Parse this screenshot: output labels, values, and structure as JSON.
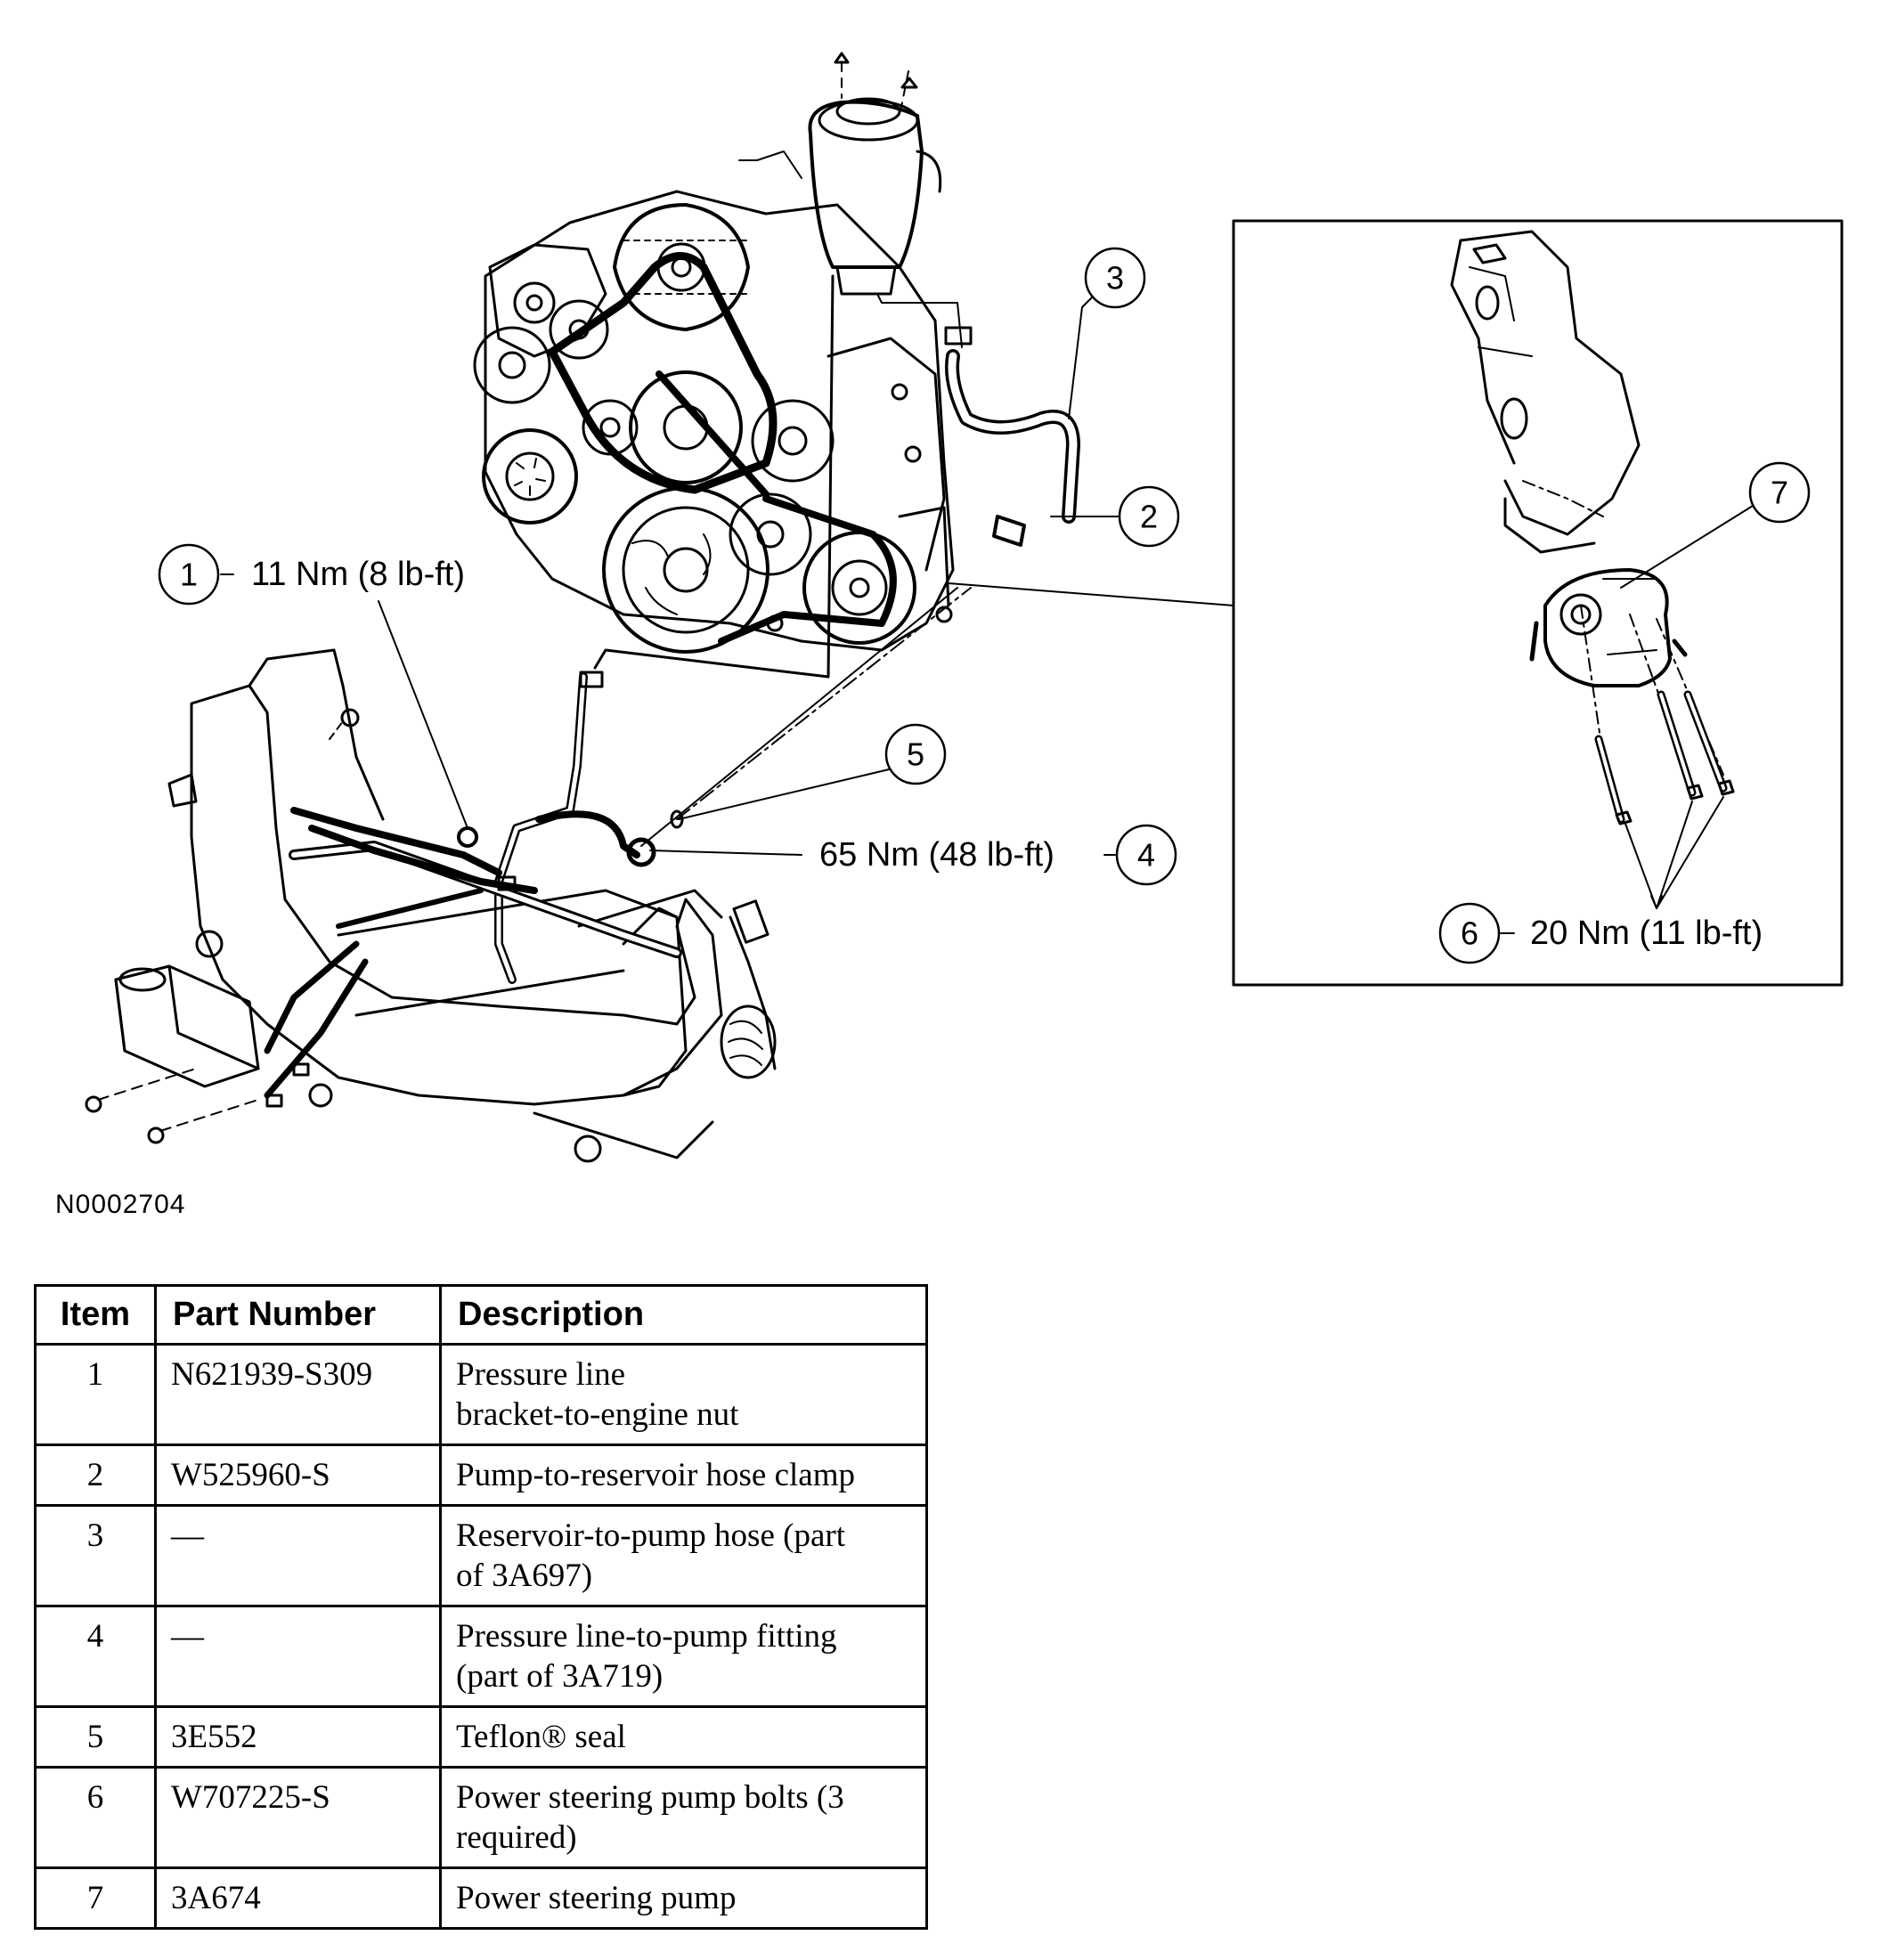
{
  "figure_id": "N0002704",
  "callouts": [
    {
      "num": "1",
      "torque": "11 Nm (8 lb-ft)"
    },
    {
      "num": "2",
      "torque": ""
    },
    {
      "num": "3",
      "torque": ""
    },
    {
      "num": "4",
      "torque": "65 Nm (48 lb-ft)"
    },
    {
      "num": "5",
      "torque": ""
    },
    {
      "num": "6",
      "torque": "20 Nm (11 lb-ft)"
    },
    {
      "num": "7",
      "torque": ""
    }
  ],
  "table": {
    "headers": [
      "Item",
      "Part Number",
      "Description"
    ],
    "rows": [
      {
        "item": "1",
        "part": "N621939-S309",
        "desc": [
          "Pressure line",
          "bracket-to-engine nut"
        ]
      },
      {
        "item": "2",
        "part": "W525960-S",
        "desc": [
          "Pump-to-reservoir hose clamp"
        ]
      },
      {
        "item": "3",
        "part": "—",
        "desc": [
          "Reservoir-to-pump hose (part",
          "of 3A697)"
        ]
      },
      {
        "item": "4",
        "part": "—",
        "desc": [
          "Pressure line-to-pump fitting",
          "(part of 3A719)"
        ]
      },
      {
        "item": "5",
        "part": "3E552",
        "desc": [
          "Teflon® seal"
        ]
      },
      {
        "item": "6",
        "part": "W707225-S",
        "desc": [
          "Power steering pump bolts (3",
          "required)"
        ]
      },
      {
        "item": "7",
        "part": "3A674",
        "desc": [
          "Power steering pump"
        ]
      }
    ]
  }
}
